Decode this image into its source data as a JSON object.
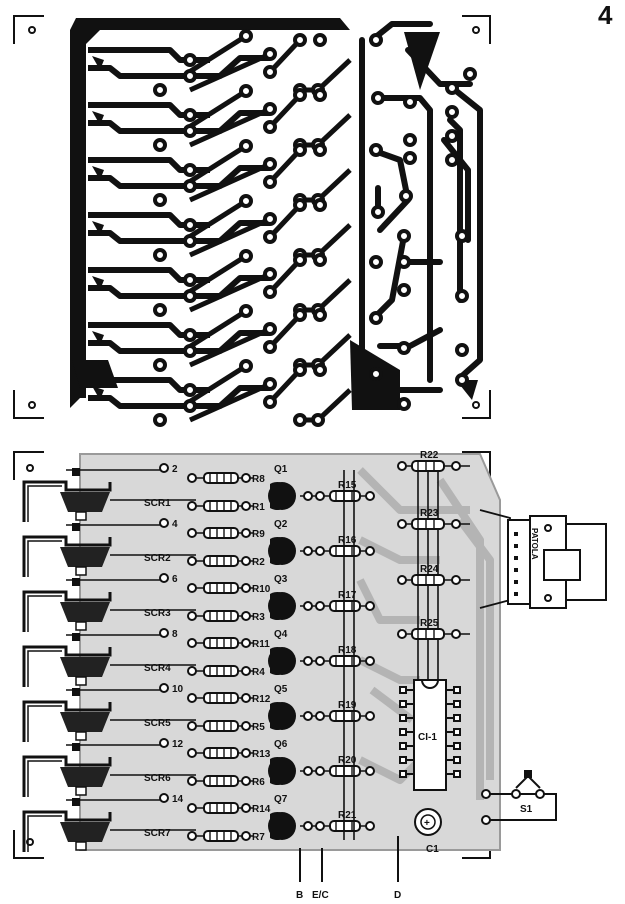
{
  "page_number": "4",
  "scr_labels": [
    "SCR1",
    "SCR2",
    "SCR3",
    "SCR4",
    "SCR5",
    "SCR6",
    "SCR7"
  ],
  "q_labels": [
    "Q1",
    "Q2",
    "Q3",
    "Q4",
    "Q5",
    "Q6",
    "Q7"
  ],
  "r_left_top": [
    "R8",
    "R9",
    "R10",
    "R11",
    "R12",
    "R13",
    "R14"
  ],
  "r_left_bottom": [
    "R1",
    "R2",
    "R3",
    "R4",
    "R5",
    "R6",
    "R7"
  ],
  "r_mid": [
    "R15",
    "R16",
    "R17",
    "R18",
    "R19",
    "R20",
    "R21"
  ],
  "r_right": [
    "R22",
    "R23",
    "R24",
    "R25"
  ],
  "pin_numbers": [
    "2",
    "4",
    "6",
    "8",
    "10",
    "12",
    "14"
  ],
  "ic_label": "CI-1",
  "cap_label": "C1",
  "switch_label": "S1",
  "connector_brand": "PATOLA",
  "bottom_pins": [
    "B",
    "E/C",
    "D"
  ]
}
